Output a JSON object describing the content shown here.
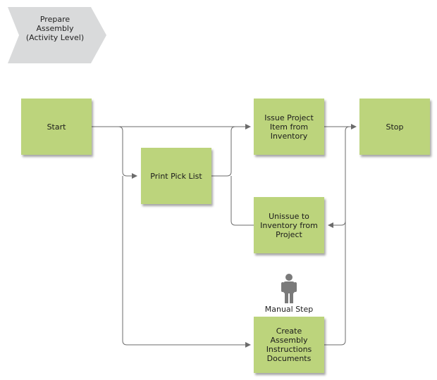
{
  "header": {
    "lines": [
      "Prepare",
      "Assembly",
      "(Activity Level)"
    ]
  },
  "nodes": {
    "start": "Start",
    "print_pick_list": "Print Pick List",
    "issue_project_item": [
      "Issue Project",
      "Item from",
      "Inventory"
    ],
    "stop": "Stop",
    "unissue": [
      "Unissue to",
      "Inventory from",
      "Project"
    ],
    "create_docs": [
      "Create",
      "Assembly",
      "Instructions",
      "Documents"
    ]
  },
  "manual_step": {
    "label": "Manual Step",
    "icon": "person-icon"
  },
  "colors": {
    "node_fill": "#bcd47c",
    "connector": "#6b6b6b",
    "header_fill": "#d9dadb"
  }
}
